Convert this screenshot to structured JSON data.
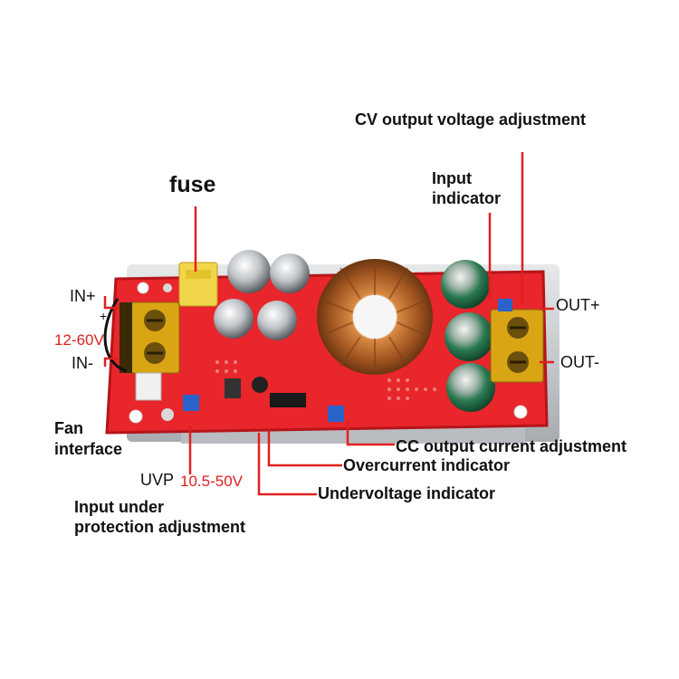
{
  "labels": {
    "fuse": "fuse",
    "cv_adjust": "CV output voltage adjustment",
    "input_indicator_1": "Input",
    "input_indicator_2": "indicator",
    "in_plus": "IN+",
    "in_range": "12-60V",
    "in_minus": "IN-",
    "out_plus": "OUT+",
    "out_minus": "OUT-",
    "fan_1": "Fan",
    "fan_2": "interface",
    "uvp": "UVP",
    "uvp_range": "10.5-50V",
    "cc_adjust": "CC output current adjustment",
    "overcurrent": "Overcurrent indicator",
    "undervoltage": "Undervoltage indicator",
    "input_under_1": "Input under",
    "input_under_2": "protection adjustment",
    "plus_sign": "+"
  },
  "colors": {
    "pcb_red": "#e8262b",
    "callout_red": "#e02020",
    "terminal_yellow": "#d9a514",
    "copper": "#b86a2a",
    "cap_green": "#1f6b45",
    "heatsink": "#cfd2d6"
  }
}
